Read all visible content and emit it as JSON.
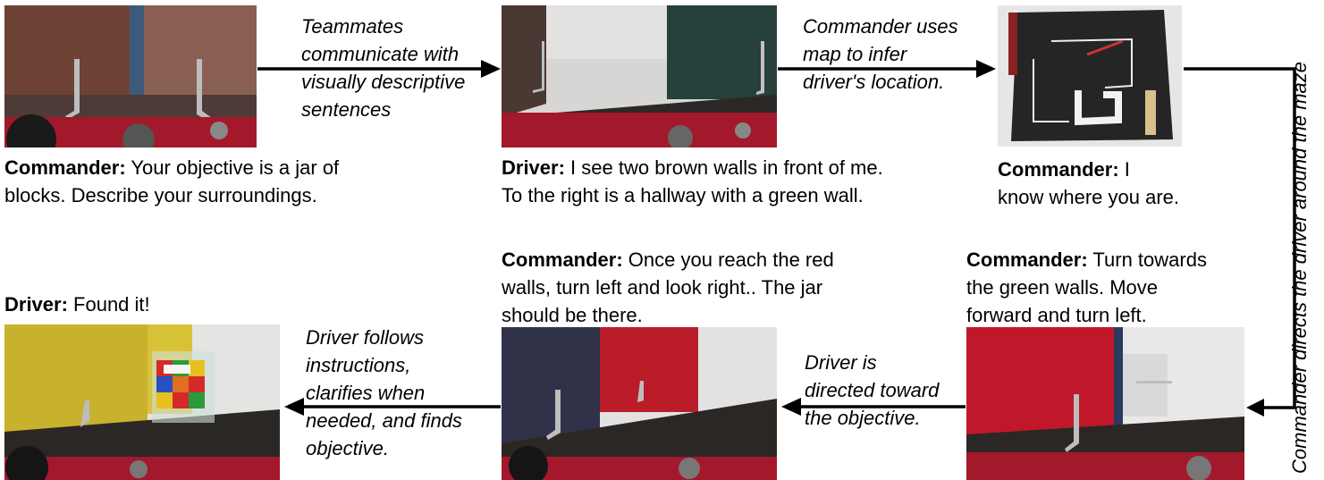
{
  "captions": {
    "c1": {
      "speaker": "Commander:",
      "line1": " Your objective is a jar of",
      "line2": "blocks.  Describe your surroundings."
    },
    "c2": {
      "speaker": "Driver:",
      "line1": " I see two brown walls in front of me.",
      "line2": "To the right is a hallway with a green wall."
    },
    "c3": {
      "speaker": "Commander:",
      "line1": " I",
      "line2": "know where you are."
    },
    "c4": {
      "speaker": "Commander:",
      "line1": " Turn towards",
      "line2": "the green walls. Move",
      "line3": "forward and turn left."
    },
    "c5": {
      "speaker": "Commander:",
      "line1": " Once you reach the red",
      "line2": "walls, turn left and look right.. The jar",
      "line3": "should be there."
    },
    "c6": {
      "speaker": "Driver:",
      "line1": " Found it!"
    }
  },
  "labels": {
    "a1": [
      "Teammates",
      "communicate with",
      "visually descriptive",
      "sentences"
    ],
    "a2": [
      "Commander uses",
      "map to infer",
      "driver's location."
    ],
    "a3": "Commander directs the driver around the maze",
    "a4": [
      "Driver is",
      "directed toward",
      "the objective."
    ],
    "a5": [
      "Driver follows",
      "instructions,",
      "clarifies when",
      "needed, and finds",
      "objective."
    ]
  },
  "colors": {
    "arrow": "#000000",
    "red_wall": "#c0182a",
    "floor": "#2a2624",
    "brown_wall": "#8a5a4a",
    "green_wall": "#27403d",
    "navy_wall": "#2f3140",
    "yellow_wall": "#c9b42c"
  }
}
